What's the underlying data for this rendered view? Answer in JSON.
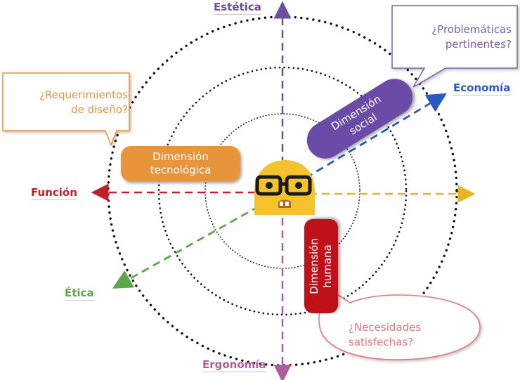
{
  "axes": {
    "top": "Estética",
    "bottom": "Ergonomía",
    "left": "Función",
    "right_up": "Economía",
    "left_down": "Ética"
  },
  "dimensions": {
    "tech": {
      "line1": "Dimensión",
      "line2": "tecnológica"
    },
    "social": {
      "line1": "Dimensión",
      "line2": "social"
    },
    "human": {
      "line1": "Dimensión",
      "line2": "humana"
    }
  },
  "bubbles": {
    "requirements": {
      "line1": "¿Requerimientos",
      "line2": "de diseño?"
    },
    "problems": {
      "line1": "¿Problemáticas",
      "line2": "pertinentes?"
    },
    "needs": {
      "line1": "¿Necesidades",
      "line2": "satisfechas?"
    }
  },
  "colors": {
    "estetica": "#6a4fa3",
    "ergonomia": "#b05c9e",
    "funcion": "#c0202a",
    "economia": "#2b59c3",
    "etica": "#5aa84a",
    "right_axis": "#e8b422",
    "tech_pill": "#e8943a",
    "social_pill": "#6a4ba8",
    "human_pill": "#c0111a",
    "bubble_orange": "#e8943a",
    "bubble_purple": "#7a62a8",
    "bubble_red": "#e07a7a"
  },
  "icons": {
    "center": "nerd-face-icon"
  }
}
